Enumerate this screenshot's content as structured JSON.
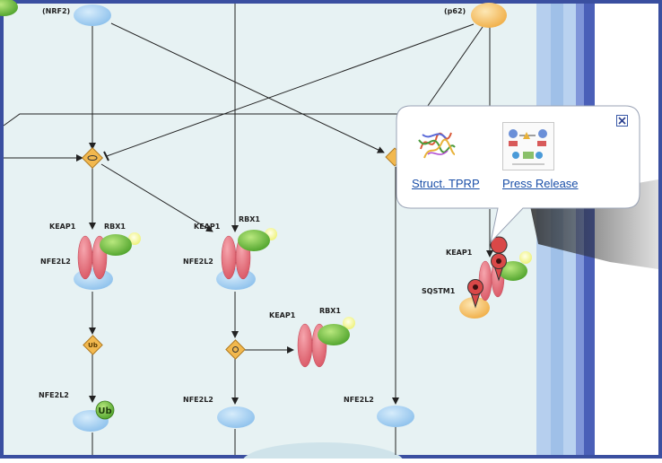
{
  "diagram": {
    "labels": {
      "nrf2_top": "(NRF2)",
      "p62_top": "(p62)",
      "keap1_a": "KEAP1",
      "rbx1_a": "RBX1",
      "nfe2l2_a": "NFE2L2",
      "keap1_b": "KEAP1",
      "rbx1_b": "RBX1",
      "nfe2l2_b": "NFE2L2",
      "keap1_c": "KEAP1",
      "rbx1_c": "RBX1",
      "keap1_d": "KEAP1",
      "sqstm1": "SQSTM1",
      "nfe2l2_bottom_1": "NFE2L2",
      "nfe2l2_bottom_2": "NFE2L2",
      "nfe2l2_bottom_3": "NFE2L2",
      "ub_tag": "Ub",
      "ub_diamond": "Ub"
    }
  },
  "popup": {
    "link_struct": "Struct. TPRP",
    "link_press": "Press Release",
    "close_icon": "close-icon"
  },
  "colors": {
    "background": "#e7f2f3",
    "frame": "#3a4fa0",
    "blue_node": "#a9cff0",
    "orange_node": "#f5c56a",
    "red_protein": "#e36b78",
    "green_protein": "#6fbf3a",
    "membrane": "#8fa9dc",
    "link": "#1a4fa8"
  }
}
